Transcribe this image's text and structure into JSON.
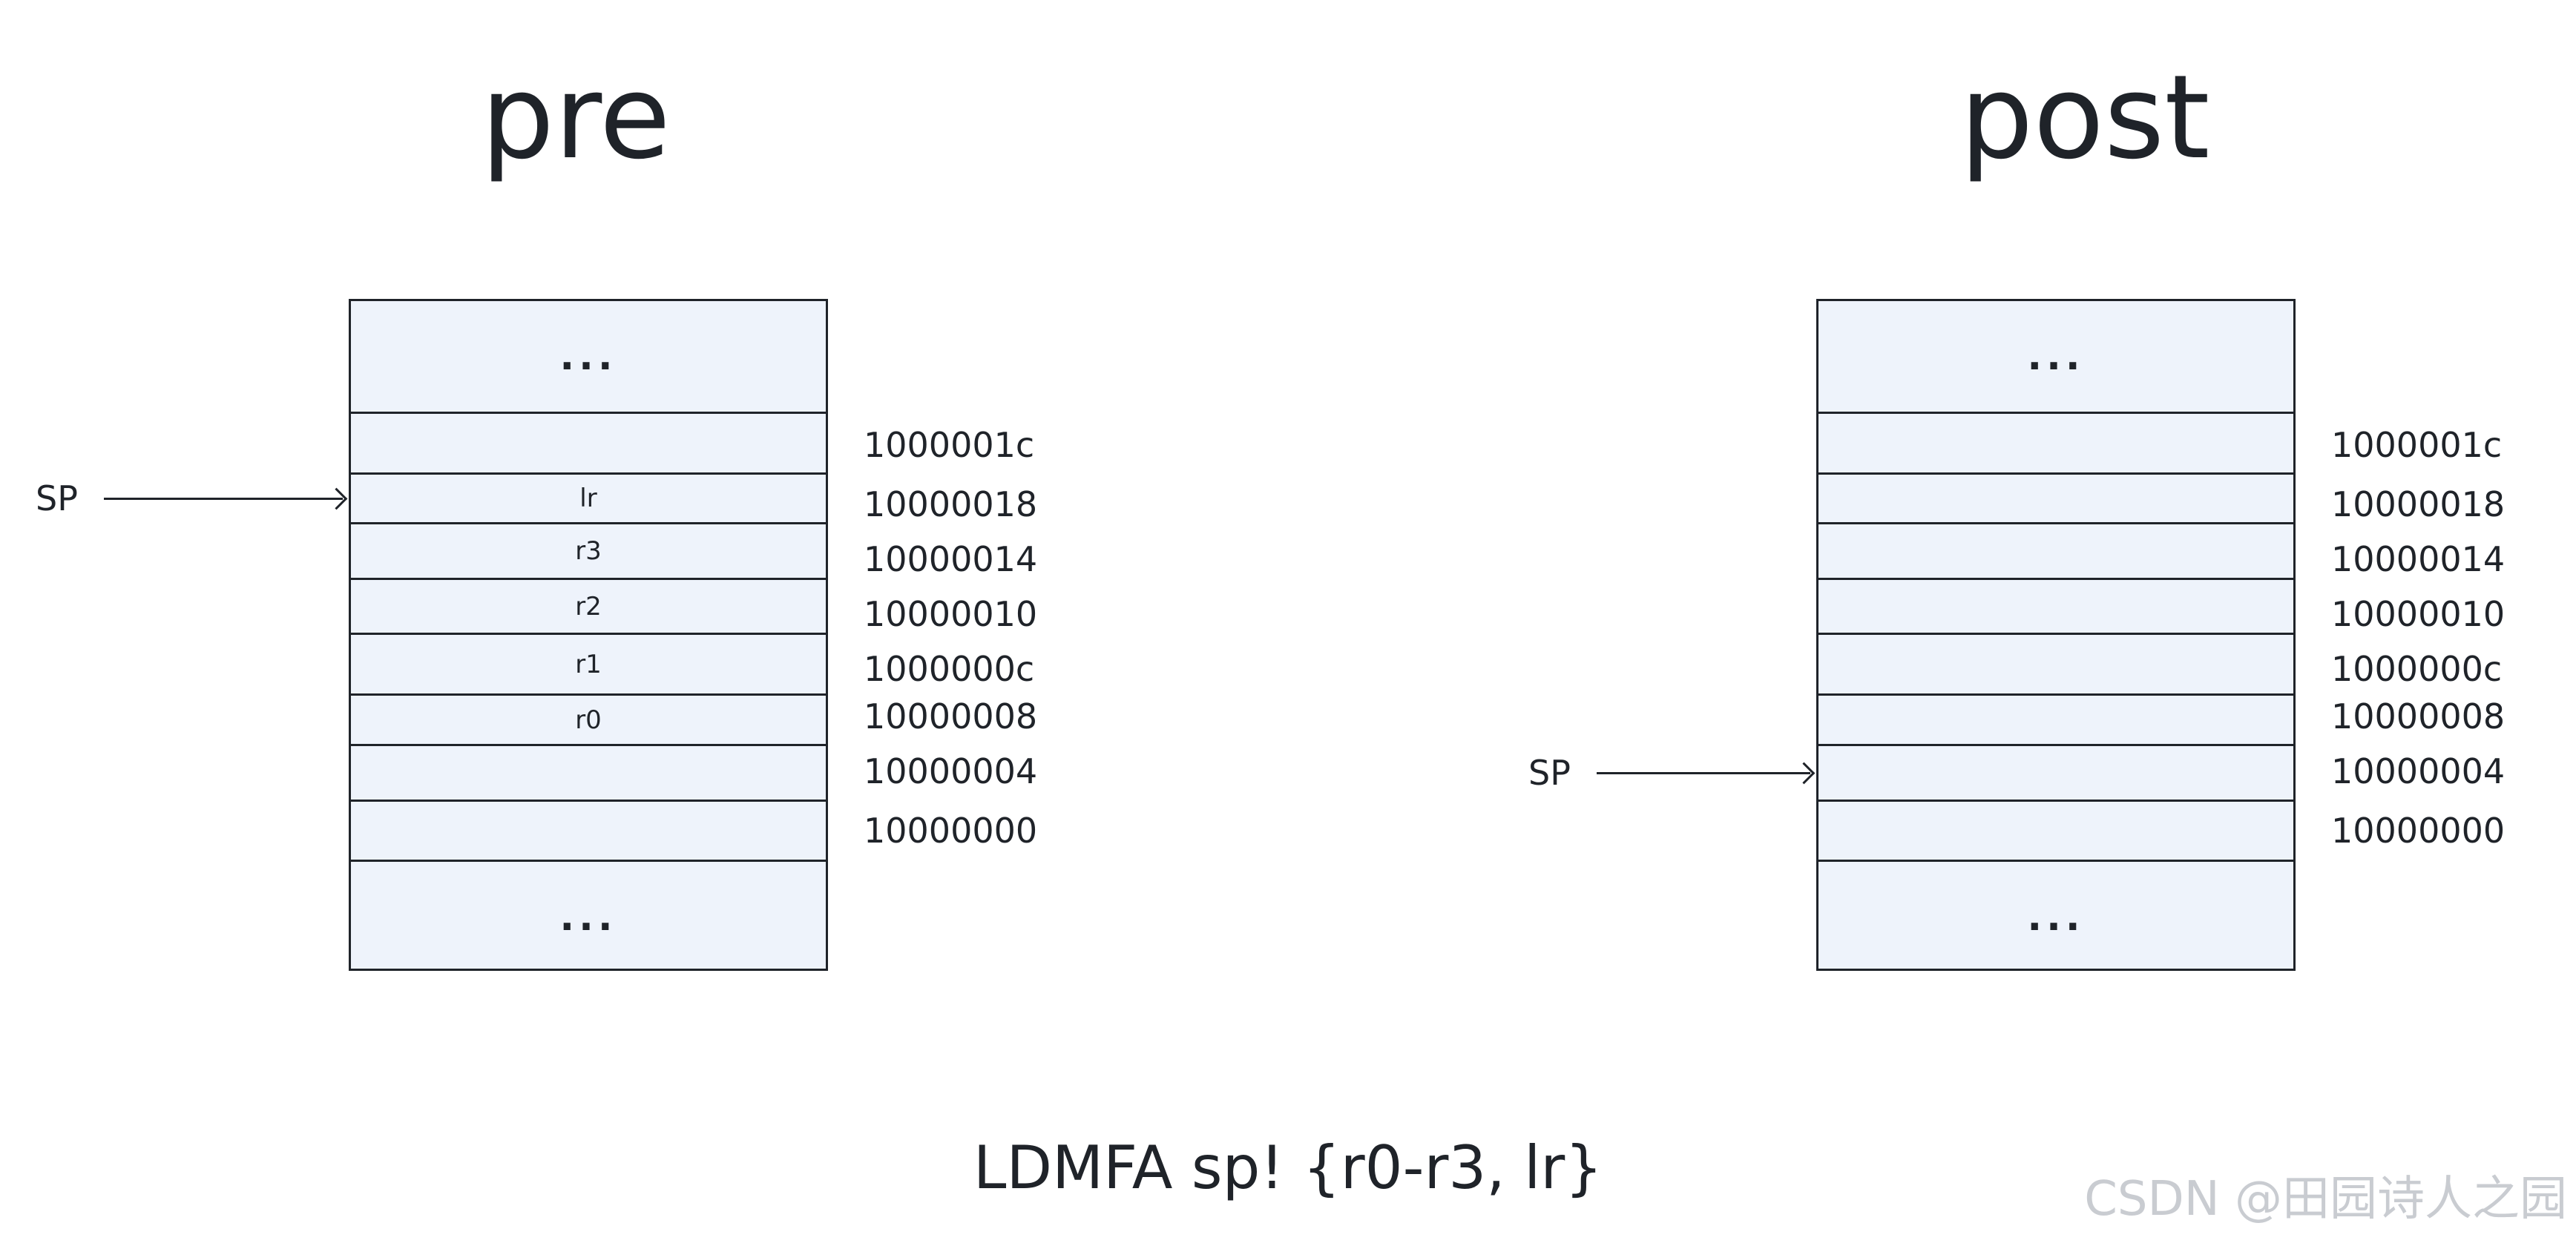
{
  "pre": {
    "title": "pre",
    "sp_label": "SP",
    "cells": [
      "...",
      "",
      "lr",
      "r3",
      "r2",
      "r1",
      "r0",
      "",
      "",
      "..."
    ],
    "addresses": [
      "1000001c",
      "10000018",
      "10000014",
      "10000010",
      "1000000c",
      "10000008",
      "10000004",
      "10000000"
    ]
  },
  "post": {
    "title": "post",
    "sp_label": "SP",
    "cells": [
      "...",
      "",
      "",
      "",
      "",
      "",
      "",
      "",
      "",
      "..."
    ],
    "addresses": [
      "1000001c",
      "10000018",
      "10000014",
      "10000010",
      "1000000c",
      "10000008",
      "10000004",
      "10000000"
    ]
  },
  "instruction": "LDMFA  sp!  {r0-r3, lr}",
  "watermark": "CSDN @田园诗人之园"
}
